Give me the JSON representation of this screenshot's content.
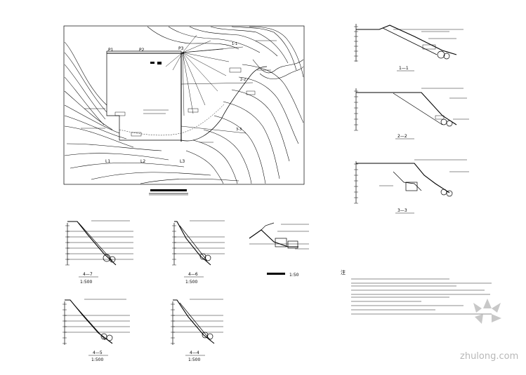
{
  "plan": {
    "label_P1": "P1",
    "label_P2": "P2",
    "label_P3": "P3",
    "label_L1": "L1",
    "label_L2": "L2",
    "label_L3": "L3",
    "label_1_1": "1-1",
    "label_2_2": "2-2",
    "label_3_3": "3-3"
  },
  "sections": {
    "s11": {
      "label": "1—1"
    },
    "s22": {
      "label": "2—2"
    },
    "s33": {
      "label": "3—3"
    },
    "s47": {
      "label": "4—7",
      "scale": "1:500"
    },
    "s46": {
      "label": "4—6",
      "scale": "1:500"
    },
    "s45": {
      "label": "4—5",
      "scale": "1:500"
    },
    "s44": {
      "label": "4—4",
      "scale": "1:500"
    }
  },
  "detail": {
    "scale": "1:50"
  },
  "notes": {
    "heading": "注"
  },
  "watermark": {
    "text": "zhulong.com"
  },
  "colors": {
    "line": "#000000",
    "watermark": "#b8b8b8",
    "background": "#ffffff"
  }
}
